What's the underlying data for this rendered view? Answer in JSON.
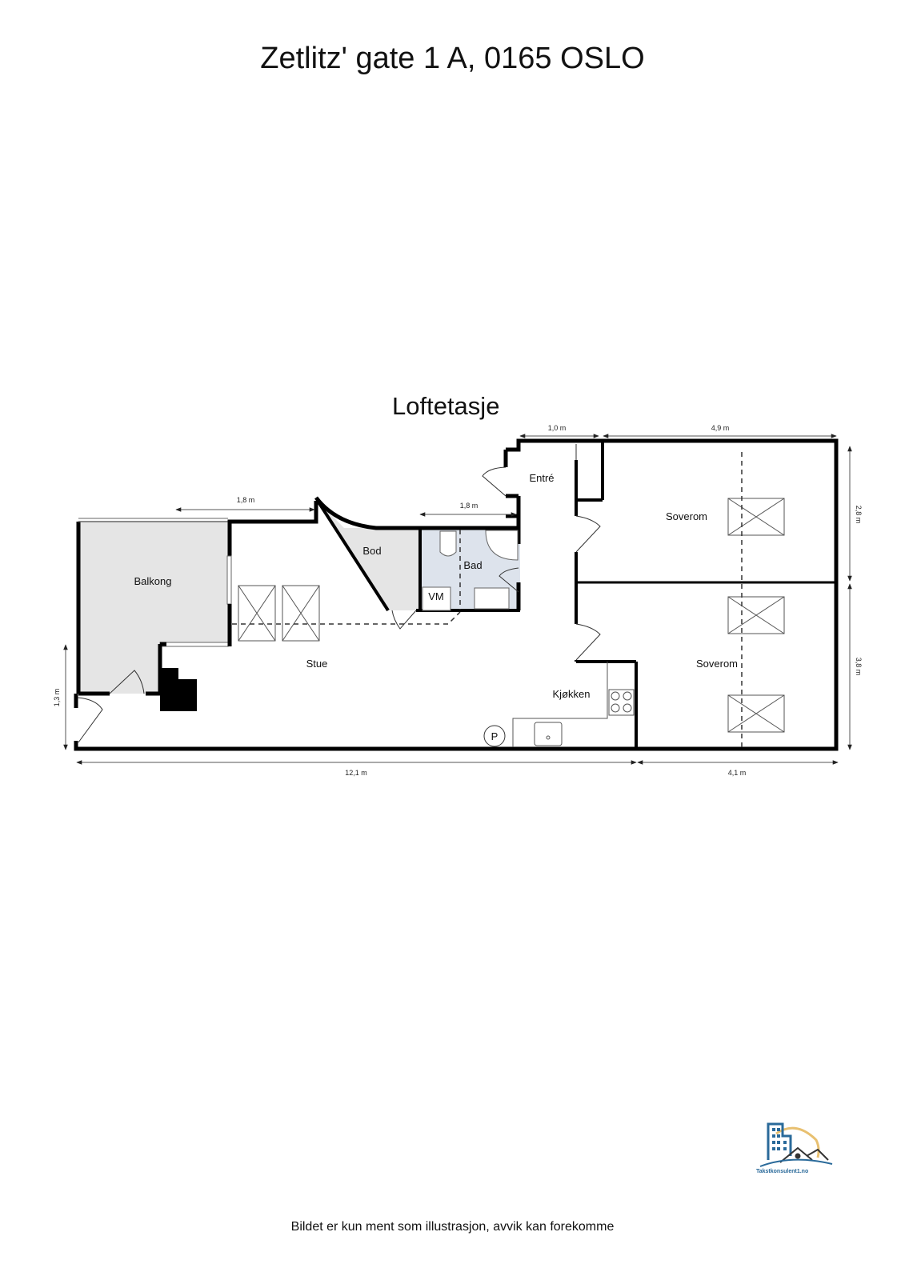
{
  "header": {
    "address": "Zetlitz' gate 1 A, 0165 OSLO"
  },
  "floor": {
    "name": "Loftetasje"
  },
  "rooms": {
    "balkong": "Balkong",
    "stue": "Stue",
    "bod": "Bod",
    "bad": "Bad",
    "vm": "VM",
    "entre": "Entré",
    "kjokken": "Kjøkken",
    "soverom1": "Soverom",
    "soverom2": "Soverom",
    "p_symbol": "P"
  },
  "dimensions": {
    "entre_width": "1,0 m",
    "soverom_width": "4,9 m",
    "balkong_top": "1,8 m",
    "bad_width": "1,8 m",
    "soverom1_height": "2,8 m",
    "soverom2_height": "3,8 m",
    "left_height": "1,3 m",
    "total_left": "12,1 m",
    "total_right": "4,1 m"
  },
  "colors": {
    "wall": "#000000",
    "balkong_fill": "#e5e5e5",
    "bod_fill": "#e5e5e5",
    "bad_fill": "#dde3ec",
    "dim_line": "#555555",
    "logo_blue": "#2a6a9a",
    "logo_sun": "#e8c070"
  },
  "logo": {
    "text": "Takstkonsulent1.no"
  },
  "footer": {
    "disclaimer": "Bildet er kun ment som illustrasjon, avvik kan forekomme"
  }
}
